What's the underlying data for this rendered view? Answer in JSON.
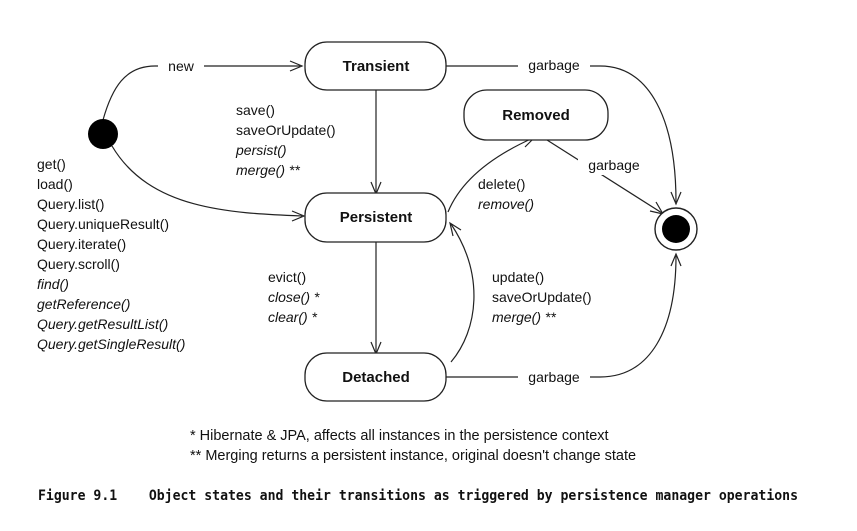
{
  "states": {
    "transient": "Transient",
    "removed": "Removed",
    "persistent": "Persistent",
    "detached": "Detached"
  },
  "transitions": {
    "new": "new",
    "garbage_transient": "garbage",
    "garbage_removed": "garbage",
    "garbage_detached": "garbage",
    "to_persistent": [
      "save()",
      "saveOrUpdate()",
      "persist()",
      "merge() **"
    ],
    "to_removed": [
      "delete()",
      "remove()"
    ],
    "to_detached": [
      "evict()",
      "close() *",
      "clear() *"
    ],
    "detached_to_persistent": [
      "update()",
      "saveOrUpdate()",
      "merge() **"
    ],
    "load_ops": [
      "get()",
      "load()",
      "Query.list()",
      "Query.uniqueResult()",
      "Query.iterate()",
      "Query.scroll()",
      "find()",
      "getReference()",
      "Query.getResultList()",
      "Query.getSingleResult()"
    ]
  },
  "notes": [
    "* Hibernate & JPA, affects all instances in the persistence context",
    "** Merging returns a persistent instance, original doesn't change state"
  ],
  "caption": "Figure 9.1    Object states and their transitions as triggered by persistence manager operations"
}
